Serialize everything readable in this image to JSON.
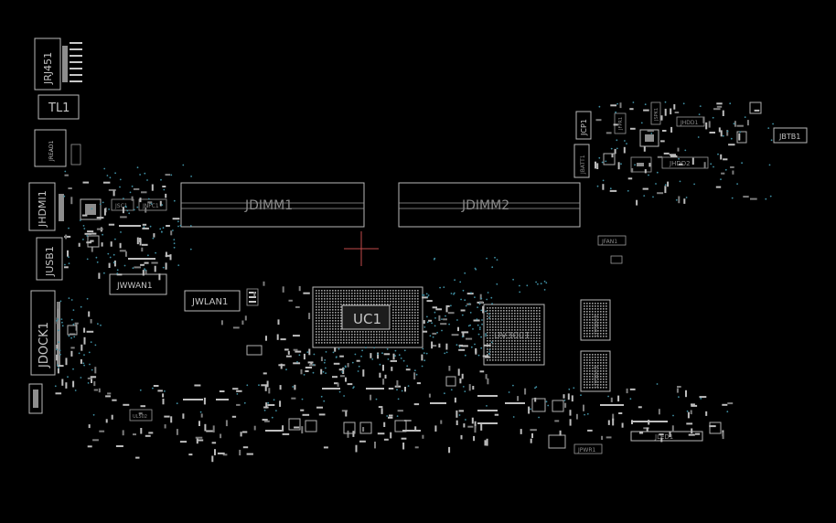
{
  "components": {
    "jrj451": "JRJ451",
    "tl1": "TL1",
    "jread1": "JREAD1",
    "jhdmi1": "JHDMI1",
    "jusb1": "JUSB1",
    "jdock1": "JDOCK1",
    "jsc1": "JSC1",
    "jnfc1": "JNFC1",
    "jwwan1": "JWWAN1",
    "jdimm1": "JDIMM1",
    "jdimm2": "JDIMM2",
    "jwlan1": "JWLAN1",
    "uc1": "UC1",
    "uv3001": "UV3001",
    "uv3002": "UV3002",
    "uv3003": "UV3003",
    "jcp1": "JCP1",
    "jfpr1": "JFPR1",
    "jbatt1": "JBATT1",
    "jspk1": "JSPK1",
    "jhdd1": "JHDD1",
    "jhdd2": "JHDD2",
    "jbtb1": "JBTB1",
    "jfan1": "JFAN1",
    "jled1": "JLED1",
    "jpwr1": "JPWR1",
    "ul502": "UL502"
  },
  "colors": {
    "background": "#000000",
    "outline": "#b9b9b9",
    "via": "#3f8fa3",
    "marker": "#c24a4a"
  }
}
